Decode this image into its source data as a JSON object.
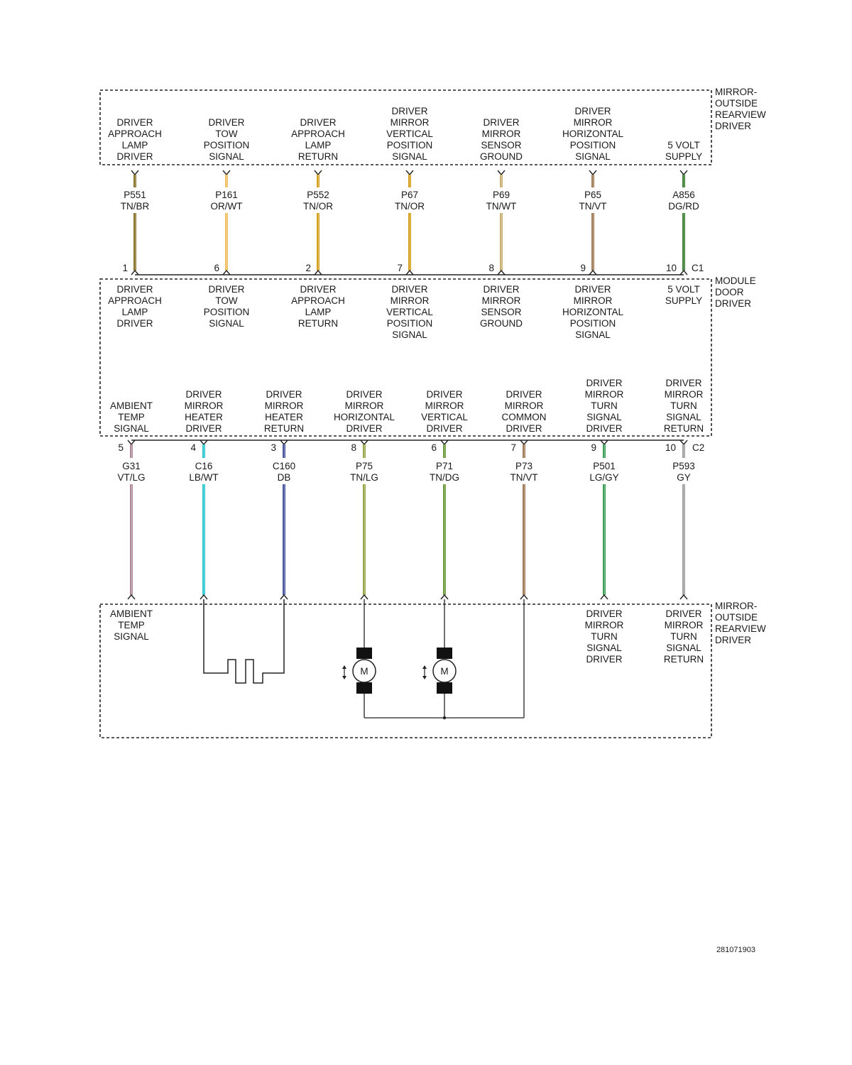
{
  "components": {
    "mirror_top": [
      "MIRROR-",
      "OUTSIDE",
      "REARVIEW",
      "DRIVER"
    ],
    "module": [
      "MODULE",
      "DOOR",
      "DRIVER"
    ],
    "mirror_bottom": [
      "MIRROR-",
      "OUTSIDE",
      "REARVIEW",
      "DRIVER"
    ]
  },
  "connectors": {
    "c1": "C1",
    "c2": "C2"
  },
  "colors": {
    "TN/BR": "#8a7530",
    "OR/WT": "#f0c060",
    "TN/OR": "#d4a020",
    "TN/WT": "#c8b070",
    "TN/VT": "#a07c58",
    "DG/RD": "#3f7f3a",
    "VT/LG": "#b08a9a",
    "LB/WT": "#30c8d0",
    "DB": "#4a58a0",
    "TN/LG": "#98a848",
    "TN/DG": "#6c9a3c",
    "LG/GY": "#3ca058",
    "GY": "#a0a0a0"
  },
  "c1_circuits": [
    {
      "pin": "1",
      "wire": "P551",
      "color": "TN/BR",
      "top_label": [
        "DRIVER",
        "APPROACH",
        "LAMP",
        "DRIVER"
      ],
      "module_label": [
        "DRIVER",
        "APPROACH",
        "LAMP",
        "DRIVER"
      ]
    },
    {
      "pin": "6",
      "wire": "P161",
      "color": "OR/WT",
      "top_label": [
        "DRIVER",
        "TOW",
        "POSITION",
        "SIGNAL"
      ],
      "module_label": [
        "DRIVER",
        "TOW",
        "POSITION",
        "SIGNAL"
      ]
    },
    {
      "pin": "2",
      "wire": "P552",
      "color": "TN/OR",
      "top_label": [
        "DRIVER",
        "APPROACH",
        "LAMP",
        "RETURN"
      ],
      "module_label": [
        "DRIVER",
        "APPROACH",
        "LAMP",
        "RETURN"
      ]
    },
    {
      "pin": "7",
      "wire": "P67",
      "color": "TN/OR",
      "top_label": [
        "DRIVER",
        "MIRROR",
        "VERTICAL",
        "POSITION",
        "SIGNAL"
      ],
      "module_label": [
        "DRIVER",
        "MIRROR",
        "VERTICAL",
        "POSITION",
        "SIGNAL"
      ]
    },
    {
      "pin": "8",
      "wire": "P69",
      "color": "TN/WT",
      "top_label": [
        "DRIVER",
        "MIRROR",
        "SENSOR",
        "GROUND"
      ],
      "module_label": [
        "DRIVER",
        "MIRROR",
        "SENSOR",
        "GROUND"
      ]
    },
    {
      "pin": "9",
      "wire": "P65",
      "color": "TN/VT",
      "top_label": [
        "DRIVER",
        "MIRROR",
        "HORIZONTAL",
        "POSITION",
        "SIGNAL"
      ],
      "module_label": [
        "DRIVER",
        "MIRROR",
        "HORIZONTAL",
        "POSITION",
        "SIGNAL"
      ]
    },
    {
      "pin": "10",
      "wire": "A856",
      "color": "DG/RD",
      "top_label": [
        "5 VOLT",
        "SUPPLY"
      ],
      "module_label": [
        "5 VOLT",
        "SUPPLY"
      ]
    }
  ],
  "c2_circuits": [
    {
      "pin": "5",
      "wire": "G31",
      "color": "VT/LG",
      "module_label": [
        "AMBIENT",
        "TEMP",
        "SIGNAL"
      ],
      "mirror_label": [
        "AMBIENT",
        "TEMP",
        "SIGNAL"
      ]
    },
    {
      "pin": "4",
      "wire": "C16",
      "color": "LB/WT",
      "module_label": [
        "DRIVER",
        "MIRROR",
        "HEATER",
        "DRIVER"
      ],
      "mirror_label": []
    },
    {
      "pin": "3",
      "wire": "C160",
      "color": "DB",
      "module_label": [
        "DRIVER",
        "MIRROR",
        "HEATER",
        "RETURN"
      ],
      "mirror_label": []
    },
    {
      "pin": "8",
      "wire": "P75",
      "color": "TN/LG",
      "module_label": [
        "DRIVER",
        "MIRROR",
        "HORIZONTAL",
        "DRIVER"
      ],
      "mirror_label": []
    },
    {
      "pin": "6",
      "wire": "P71",
      "color": "TN/DG",
      "module_label": [
        "DRIVER",
        "MIRROR",
        "VERTICAL",
        "DRIVER"
      ],
      "mirror_label": []
    },
    {
      "pin": "7",
      "wire": "P73",
      "color": "TN/VT",
      "module_label": [
        "DRIVER",
        "MIRROR",
        "COMMON",
        "DRIVER"
      ],
      "mirror_label": []
    },
    {
      "pin": "9",
      "wire": "P501",
      "color": "LG/GY",
      "module_label": [
        "DRIVER",
        "MIRROR",
        "TURN",
        "SIGNAL",
        "DRIVER"
      ],
      "mirror_label": [
        "DRIVER",
        "MIRROR",
        "TURN",
        "SIGNAL",
        "DRIVER"
      ]
    },
    {
      "pin": "10",
      "wire": "P593",
      "color": "GY",
      "module_label": [
        "DRIVER",
        "MIRROR",
        "TURN",
        "SIGNAL",
        "RETURN"
      ],
      "mirror_label": [
        "DRIVER",
        "MIRROR",
        "TURN",
        "SIGNAL",
        "RETURN"
      ]
    }
  ],
  "motors": [
    {
      "name": "horizontal-motor",
      "label": "M"
    },
    {
      "name": "vertical-motor",
      "label": "M"
    }
  ],
  "document_number": "281071903"
}
